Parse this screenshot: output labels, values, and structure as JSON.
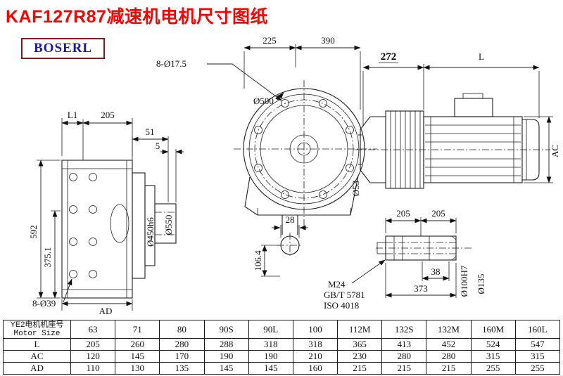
{
  "title": "KAF127R87减速机电机尺寸图纸",
  "logo": "BOSERL",
  "front_view": {
    "dim_225": "225",
    "dim_390": "390",
    "bolt_callout": "8-Ø17.5",
    "dia_500": "Ø500",
    "dia_53": "Ø53",
    "dim_28": "28",
    "dim_106_4": "106.4"
  },
  "motor_view": {
    "dim_272": "272",
    "dim_L": "L",
    "dim_AC": "AC"
  },
  "side_view": {
    "dim_L1": "L1",
    "dim_205": "205",
    "dim_51": "51",
    "dim_5": "5",
    "dim_592": "592",
    "dim_375_1": "375.1",
    "bolt_callout": "8-Ø39",
    "dim_AD": "AD",
    "dia_450": "Ø450h6",
    "dia_550": "Ø550"
  },
  "shaft_detail": {
    "dim_205a": "205",
    "dim_205b": "205",
    "dim_38": "38",
    "dim_373": "373",
    "thread": "M24",
    "std1": "GB/T 5781",
    "std2": "ISO 4018",
    "dia_100": "Ø100H7",
    "dia_135": "Ø135"
  },
  "table": {
    "header": {
      "label_cn": "YE2电机机座号",
      "label_en": "Motor Size",
      "cols": [
        "63",
        "71",
        "80",
        "90S",
        "90L",
        "100",
        "112M",
        "132S",
        "132M",
        "160M",
        "160L"
      ]
    },
    "rows": [
      {
        "label": "L",
        "values": [
          "205",
          "260",
          "280",
          "288",
          "318",
          "318",
          "365",
          "413",
          "452",
          "524",
          "547"
        ]
      },
      {
        "label": "AC",
        "values": [
          "120",
          "145",
          "170",
          "190",
          "190",
          "210",
          "230",
          "280",
          "280",
          "315",
          "315"
        ]
      },
      {
        "label": "AD",
        "values": [
          "110",
          "130",
          "135",
          "145",
          "145",
          "160",
          "215",
          "215",
          "215",
          "255",
          "255"
        ]
      }
    ]
  }
}
